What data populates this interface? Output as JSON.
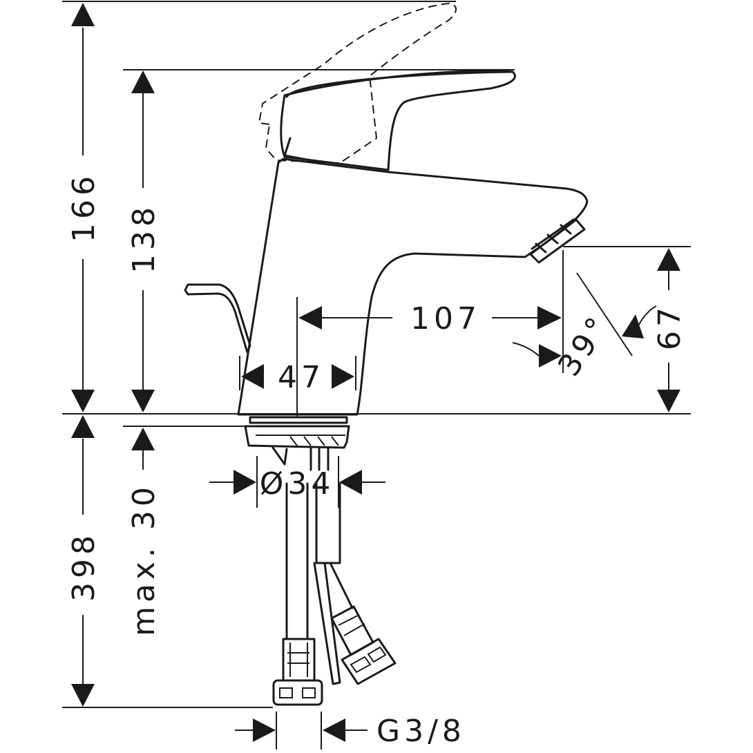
{
  "dimensions": {
    "total_height_above": "166",
    "spout_height": "138",
    "total_height_below": "398",
    "max_thickness": "max. 30",
    "spout_reach": "107",
    "base_width": "47",
    "aerator_height": "67",
    "aerator_angle": "39°",
    "hole_diameter": "Ø34",
    "thread_size": "G3/8"
  }
}
